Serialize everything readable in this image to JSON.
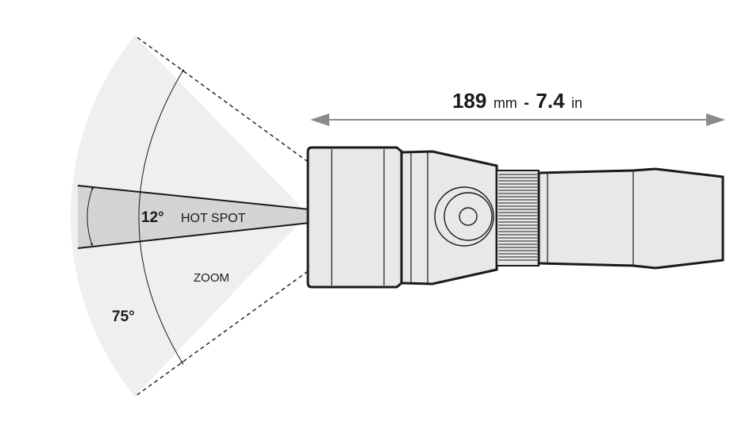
{
  "dimension": {
    "length_value_mm": "189",
    "length_unit_mm": "mm",
    "separator": "-",
    "length_value_in": "7.4",
    "length_unit_in": "in"
  },
  "beam": {
    "hotspot_angle": "12°",
    "hotspot_label": "HOT SPOT",
    "zoom_label": "ZOOM",
    "zoom_angle": "75°"
  },
  "colors": {
    "beam_light": "#efefef",
    "hotspot": "#d4d4d4",
    "body": "#e8e8e8",
    "outline": "#1a1a1a",
    "arrow": "#7a7a7a"
  }
}
